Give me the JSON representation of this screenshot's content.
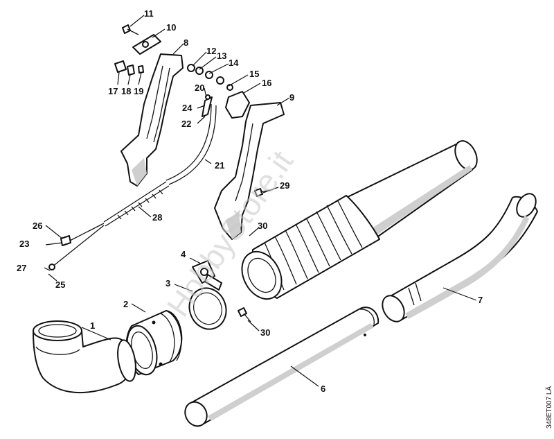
{
  "watermark": "HobbyStore.it",
  "drawing_code": "348ET007 LÄ",
  "callouts": [
    {
      "id": "c1",
      "text": "1"
    },
    {
      "id": "c2",
      "text": "2"
    },
    {
      "id": "c3",
      "text": "3"
    },
    {
      "id": "c4",
      "text": "4"
    },
    {
      "id": "c6",
      "text": "6"
    },
    {
      "id": "c7",
      "text": "7"
    },
    {
      "id": "c8",
      "text": "8"
    },
    {
      "id": "c9",
      "text": "9"
    },
    {
      "id": "c10",
      "text": "10"
    },
    {
      "id": "c11",
      "text": "11"
    },
    {
      "id": "c12",
      "text": "12"
    },
    {
      "id": "c13",
      "text": "13"
    },
    {
      "id": "c14",
      "text": "14"
    },
    {
      "id": "c15",
      "text": "15"
    },
    {
      "id": "c16",
      "text": "16"
    },
    {
      "id": "c17",
      "text": "17"
    },
    {
      "id": "c18",
      "text": "18"
    },
    {
      "id": "c19",
      "text": "19"
    },
    {
      "id": "c20",
      "text": "20"
    },
    {
      "id": "c21",
      "text": "21"
    },
    {
      "id": "c22",
      "text": "22"
    },
    {
      "id": "c23",
      "text": "23"
    },
    {
      "id": "c24",
      "text": "24"
    },
    {
      "id": "c25",
      "text": "25"
    },
    {
      "id": "c26",
      "text": "26"
    },
    {
      "id": "c27",
      "text": "27"
    },
    {
      "id": "c28",
      "text": "28"
    },
    {
      "id": "c29",
      "text": "29"
    },
    {
      "id": "c30a",
      "text": "30"
    },
    {
      "id": "c30b",
      "text": "30"
    }
  ]
}
